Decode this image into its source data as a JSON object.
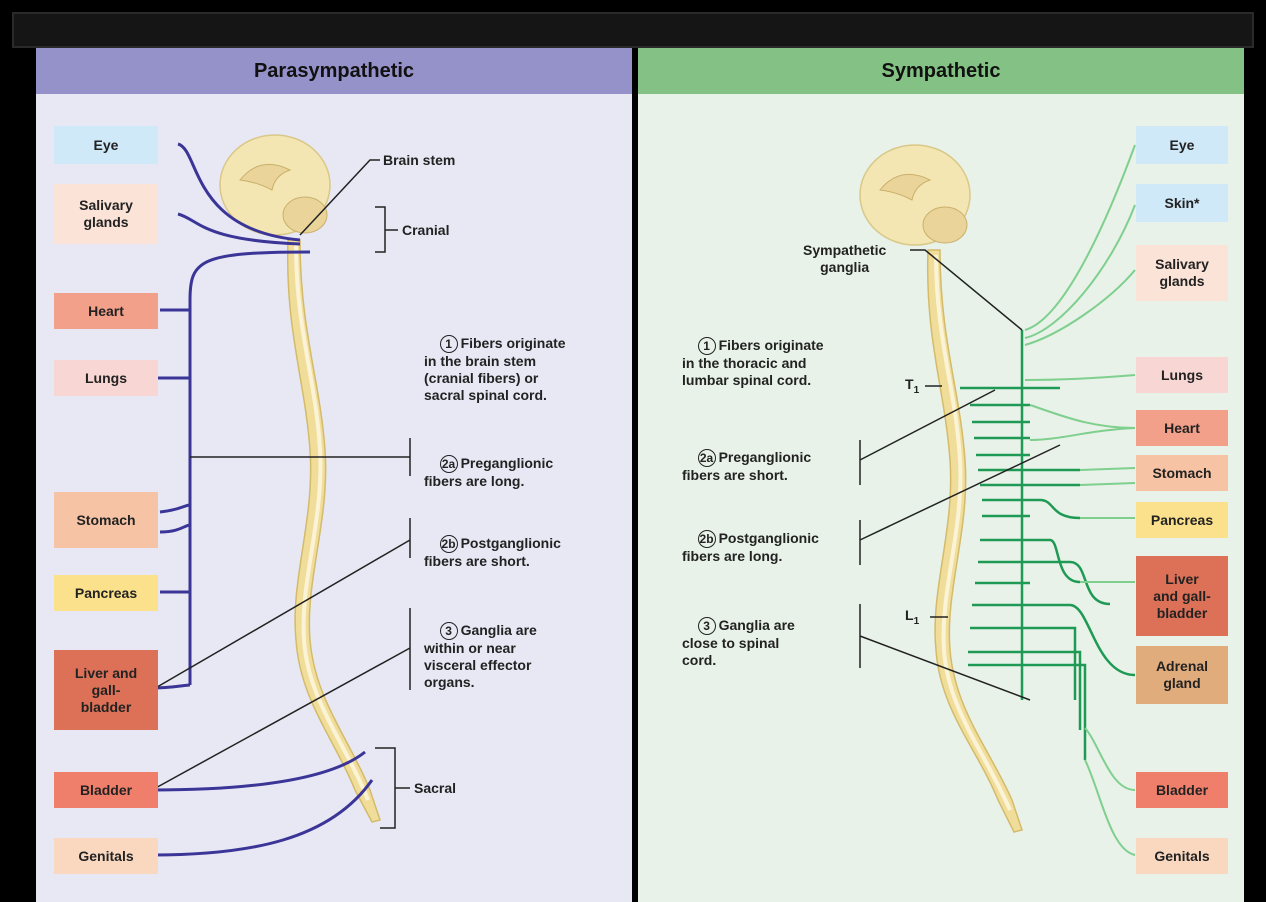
{
  "header": {
    "parasympathetic": "Parasympathetic",
    "sympathetic": "Sympathetic"
  },
  "para_organs": {
    "eye": "Eye",
    "salivary": "Salivary\nglands",
    "heart": "Heart",
    "lungs": "Lungs",
    "stomach": "Stomach",
    "pancreas": "Pancreas",
    "liver": "Liver and\ngall-\nbladder",
    "bladder": "Bladder",
    "genitals": "Genitals"
  },
  "para_labels": {
    "brain_stem": "Brain stem",
    "cranial": "Cranial",
    "sacral": "Sacral"
  },
  "para_notes": {
    "n1_num": "1",
    "n1_text": "Fibers originate\nin the brain stem\n(cranial fibers) or\nsacral spinal cord.",
    "n2a_num": "2a",
    "n2a_text": "Preganglionic\nfibers are long.",
    "n2b_num": "2b",
    "n2b_text": "Postganglionic\nfibers are short.",
    "n3_num": "3",
    "n3_text": "Ganglia are\nwithin or near\nvisceral effector\norgans."
  },
  "symp_organs": {
    "eye": "Eye",
    "skin": "Skin*",
    "salivary": "Salivary\nglands",
    "lungs": "Lungs",
    "heart": "Heart",
    "stomach": "Stomach",
    "pancreas": "Pancreas",
    "liver": "Liver\nand gall-\nbladder",
    "adrenal": "Adrenal\ngland",
    "bladder": "Bladder",
    "genitals": "Genitals"
  },
  "symp_labels": {
    "ganglia": "Sympathetic\nganglia",
    "t1": "T",
    "t1_sub": "1",
    "l1": "L",
    "l1_sub": "1"
  },
  "symp_notes": {
    "n1_num": "1",
    "n1_text": "Fibers originate\nin the thoracic and\nlumbar spinal cord.",
    "n2a_num": "2a",
    "n2a_text": "Preganglionic\nfibers are short.",
    "n2b_num": "2b",
    "n2b_text": "Postganglionic\nfibers are long.",
    "n3_num": "3",
    "n3_text": "Ganglia are\nclose to spinal\ncord."
  },
  "colors": {
    "para_header": "#9591c9",
    "symp_header": "#84c184",
    "para_fiber": "#3a3596",
    "symp_pre": "#1f9a55",
    "symp_post": "#7fcf8e",
    "brain": "#f3e6b3",
    "spine": "#f1dd9a"
  }
}
